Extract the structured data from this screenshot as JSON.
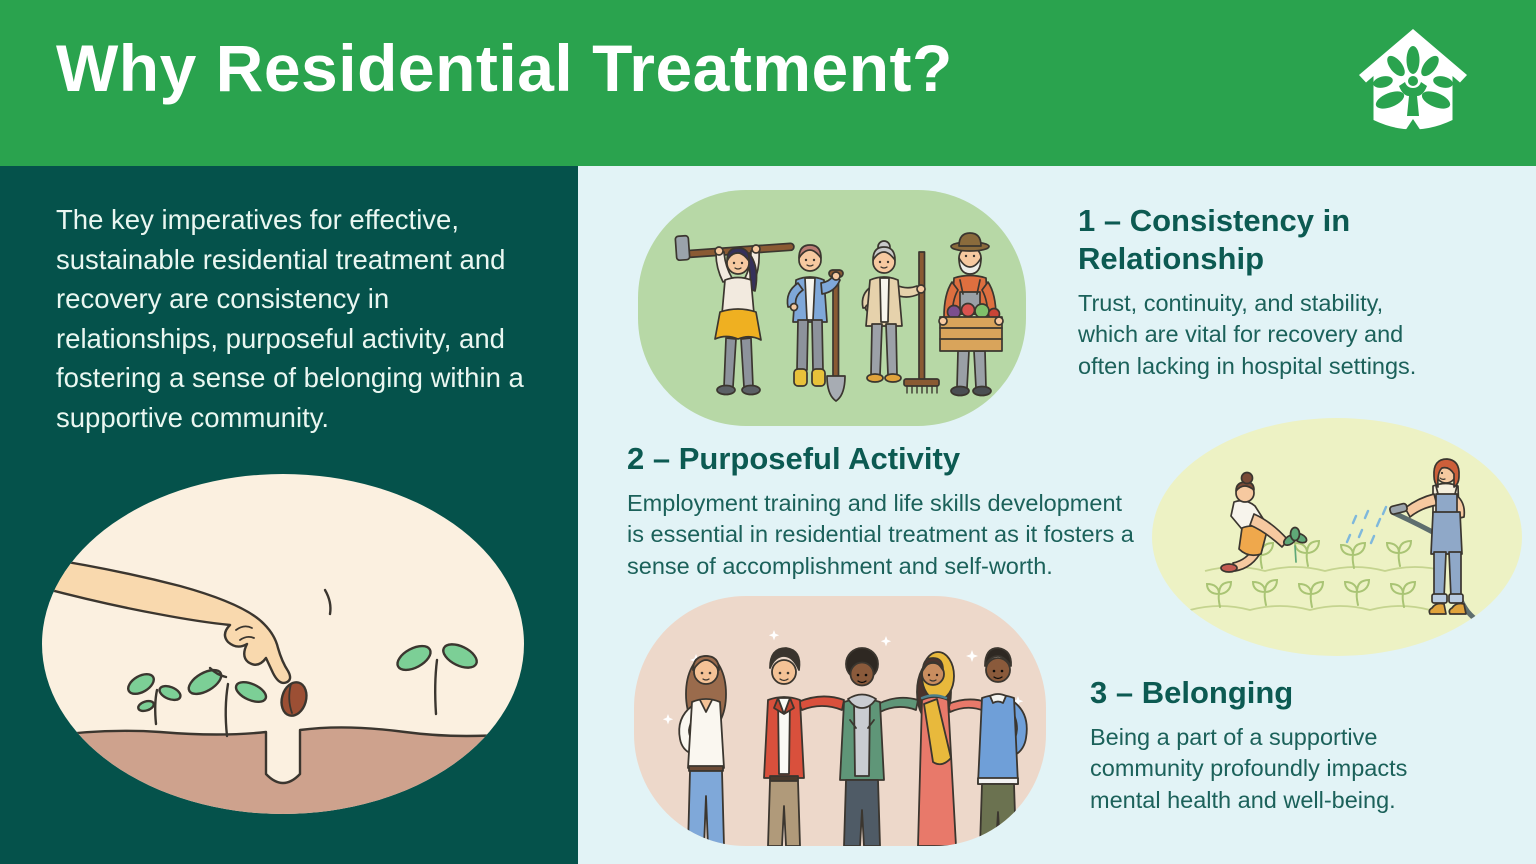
{
  "header": {
    "title": "Why Residential Treatment?",
    "logo": "house-tree-logo"
  },
  "sidebar": {
    "intro": "The key imperatives for effective, sustainable residential treatment and recovery are consistency in relationships, purposeful activity, and fostering a sense of belonging within a supportive community."
  },
  "sections": [
    {
      "title": "1 – Consistency in Relationship",
      "body": "Trust, continuity, and stability, which are vital for recovery and often lacking in hospital settings."
    },
    {
      "title": "2 – Purposeful Activity",
      "body": "Employment training and life skills development is essential in residential treatment as it fosters a sense of accomplishment and self-worth."
    },
    {
      "title": "3 – Belonging",
      "body": "Being a part of a supportive community profoundly impacts mental health and well-being."
    }
  ],
  "illustrations": {
    "seed": "hand-planting-seed-with-sprouts",
    "gardeners": "four-people-with-garden-tools",
    "watering": "two-people-planting-and-watering",
    "friends": "five-diverse-friends-arm-in-arm"
  },
  "colors": {
    "header_green": "#2AA34E",
    "sidebar_teal": "#05524B",
    "content_bg": "#E2F3F6",
    "heading_teal": "#0C5A52",
    "body_teal": "#1B615A",
    "intro_text": "#EAF7F1",
    "blob_green": "#B7D8A6",
    "blob_yellow_green": "#EDF2C4",
    "blob_peach": "#EDD8CA",
    "blob_cream": "#FBF0E0",
    "soil_brown": "#CEA28D"
  }
}
